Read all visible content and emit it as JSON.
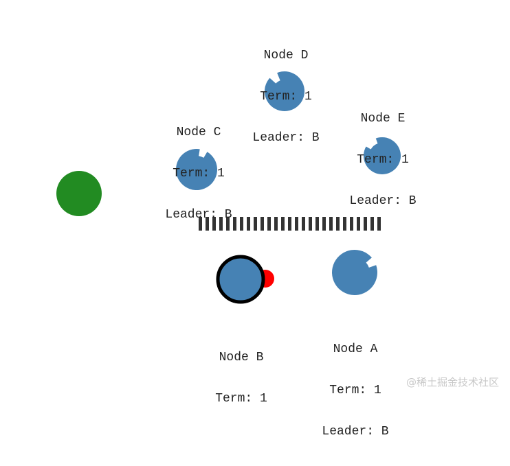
{
  "colors": {
    "node": "#4682b4",
    "client": "#228b22",
    "leader_ring": "#000000",
    "heartbeat": "#ff0000",
    "partition": "#333333"
  },
  "nodes": [
    {
      "id": "A",
      "name": "Node A",
      "term": "Term: 1",
      "leader": "Leader: B"
    },
    {
      "id": "B",
      "name": "Node B",
      "term": "Term: 1"
    },
    {
      "id": "C",
      "name": "Node C",
      "term": "Term: 1",
      "leader": "Leader: B"
    },
    {
      "id": "D",
      "name": "Node D",
      "term": "Term: 1",
      "leader": "Leader: B"
    },
    {
      "id": "E",
      "name": "Node E",
      "term": "Term: 1",
      "leader": "Leader: B"
    }
  ],
  "watermark": "@稀土掘金技术社区"
}
